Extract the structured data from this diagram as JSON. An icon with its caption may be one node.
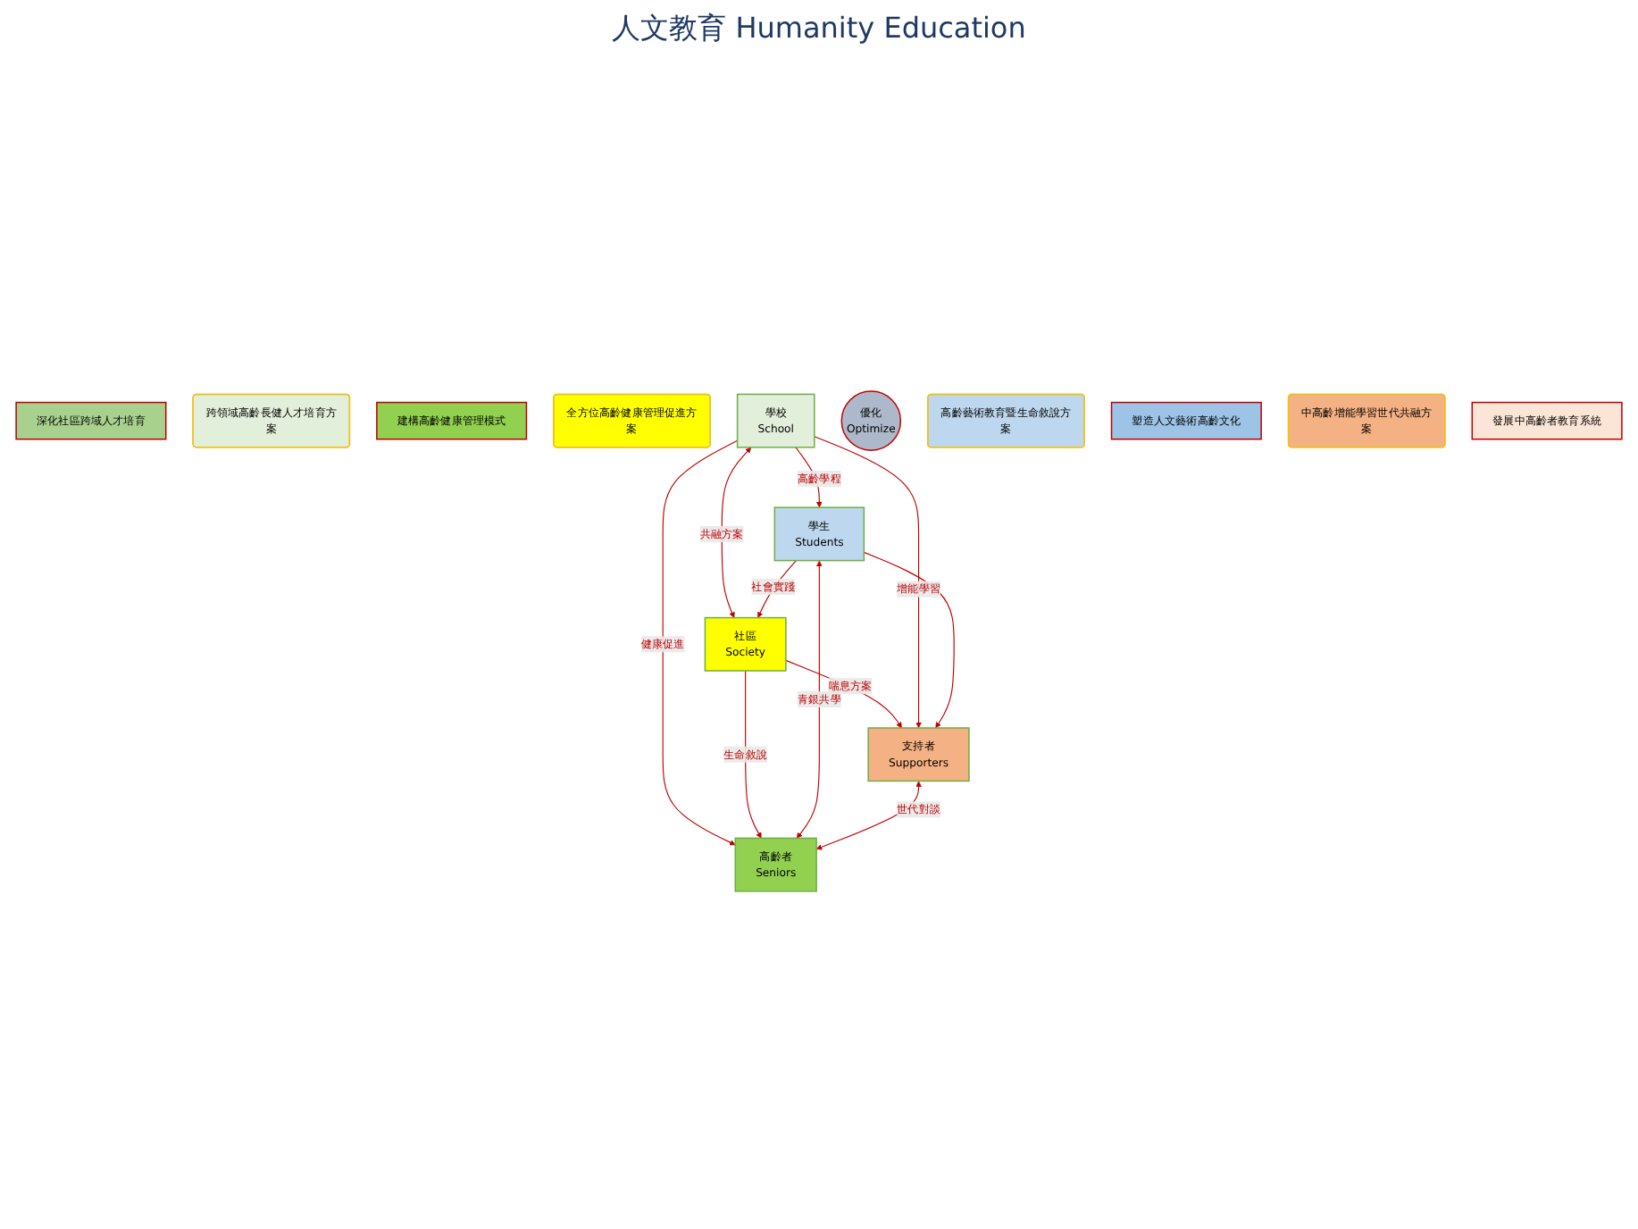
{
  "diagram": {
    "nodes": [
      {
        "text": [
          "深化社區跨域人才培育"
        ]
      },
      {
        "text": [
          "跨領域高齡長健人才培育方案"
        ]
      },
      {
        "text": [
          "建構高齡健康管理模式"
        ]
      },
      {
        "text": [
          "全方位高齡健康管理促進方案"
        ]
      },
      {
        "text": [
          "學校",
          "School"
        ]
      },
      {
        "text": [
          "社區",
          "Society"
        ]
      },
      {
        "text": [
          "優化",
          "Optimize"
        ]
      },
      {
        "text": [
          "學生",
          "Students"
        ]
      },
      {
        "text": [
          "支持者",
          "Supporters"
        ]
      },
      {
        "text": [
          "高齡藝術教育暨生命敘說方案"
        ]
      },
      {
        "text": [
          "塑造人文藝術高齡文化"
        ]
      },
      {
        "text": [
          "中高齡增能學習世代共融方案"
        ]
      },
      {
        "text": [
          "發展中高齡者教育系統"
        ]
      },
      {
        "text": [
          "高齡者",
          "Seniors"
        ]
      }
    ],
    "edges": [
      {
        "from": 4,
        "to": 5,
        "arrow": "both",
        "label": "共融方案"
      },
      {
        "from": 4,
        "to": 7,
        "arrow": "to",
        "label": "高齡學程"
      },
      {
        "from": 5,
        "to": 8,
        "arrow": "to",
        "label": "喘息方案"
      },
      {
        "from": 4,
        "to": 8,
        "arrow": "to",
        "label": "增能學習"
      },
      {
        "from": 7,
        "to": 5,
        "arrow": "to",
        "label": "社會實踐"
      },
      {
        "from": 7,
        "to": 8,
        "arrow": "to"
      },
      {
        "from": 4,
        "to": 13,
        "arrow": "to",
        "label": "健康促進"
      },
      {
        "from": 5,
        "to": 13,
        "arrow": "to",
        "label": "生命敘說"
      },
      {
        "from": 7,
        "to": 13,
        "arrow": "both",
        "label": "青銀共學"
      },
      {
        "from": 8,
        "to": 13,
        "arrow": "both",
        "label": "世代對談"
      }
    ],
    "labels": [
      "人文教育 Humanity Education"
    ]
  }
}
